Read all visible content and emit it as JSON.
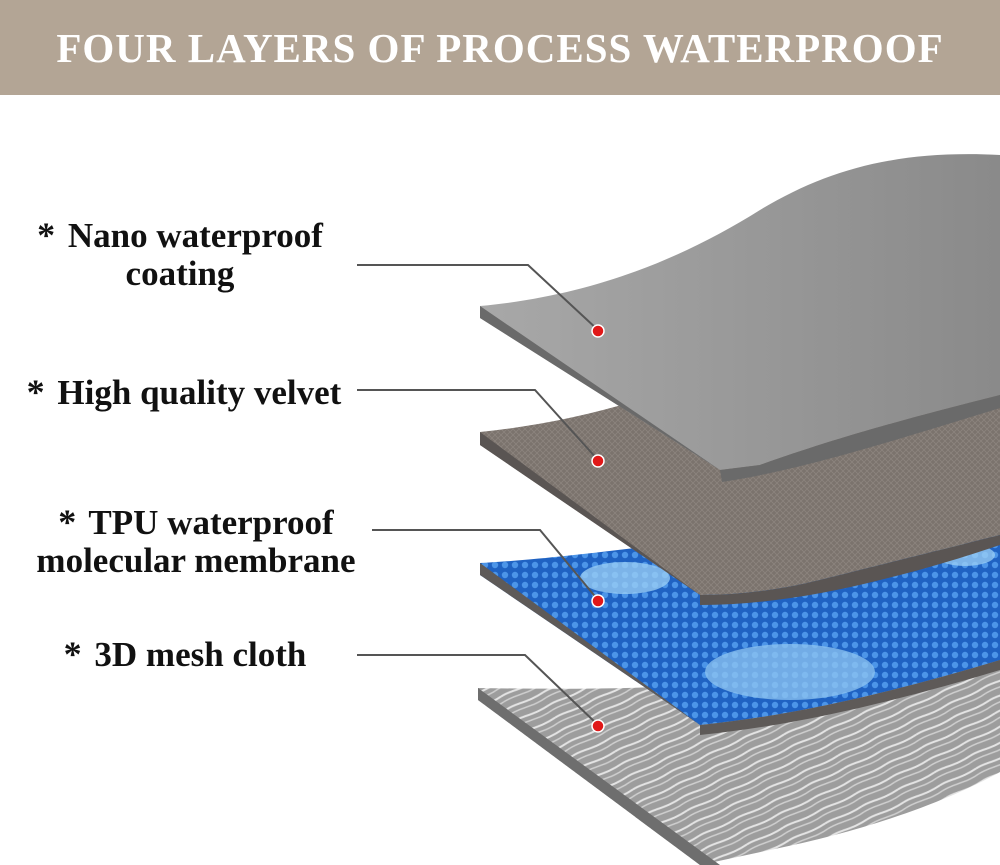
{
  "banner": {
    "title": "FOUR LAYERS OF PROCESS WATERPROOF"
  },
  "layers": [
    {
      "bullet": "*",
      "line1": "Nano waterproof",
      "line2": "coating",
      "color": "#9a9a9a"
    },
    {
      "bullet": "*",
      "line1": "High quality velvet",
      "line2": "",
      "color": "#7d7570"
    },
    {
      "bullet": "*",
      "line1": "TPU waterproof",
      "line2": "molecular membrane",
      "color": "#2f79cf"
    },
    {
      "bullet": "*",
      "line1": "3D mesh cloth",
      "line2": "",
      "color": "#b5b5b5"
    }
  ],
  "colors": {
    "banner": "#b3a595",
    "marker": "#e01818",
    "leader": "#555555"
  }
}
